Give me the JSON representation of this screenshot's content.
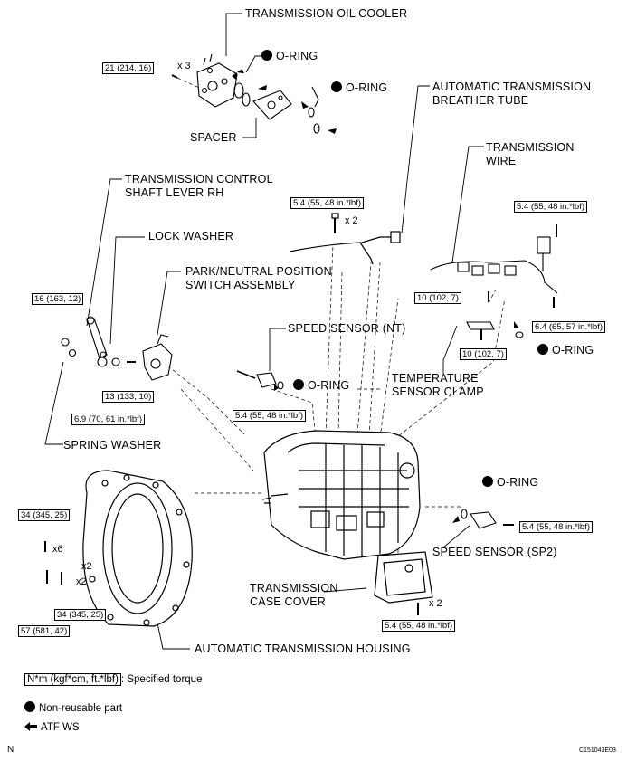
{
  "labels": {
    "oil_cooler": "TRANSMISSION OIL COOLER",
    "o_ring_1": "O-RING",
    "o_ring_2": "O-RING",
    "spacer": "SPACER",
    "breather_1": "AUTOMATIC TRANSMISSION",
    "breather_2": "BREATHER TUBE",
    "control_lever_1": "TRANSMISSION CONTROL",
    "control_lever_2": "SHAFT LEVER RH",
    "wire_1": "TRANSMISSION",
    "wire_2": "WIRE",
    "lock_washer": "LOCK WASHER",
    "park_neutral_1": "PARK/NEUTRAL POSITION",
    "park_neutral_2": "SWITCH ASSEMBLY",
    "speed_nt": "SPEED SENSOR (NT)",
    "o_ring_3": "O-RING",
    "o_ring_4": "O-RING",
    "temp_clamp_1": "TEMPERATURE",
    "temp_clamp_2": "SENSOR CLAMP",
    "spring_washer": "SPRING WASHER",
    "o_ring_5": "O-RING",
    "speed_sp2": "SPEED SENSOR (SP2)",
    "case_cover_1": "TRANSMISSION",
    "case_cover_2": "CASE COVER",
    "housing": "AUTOMATIC TRANSMISSION HOUSING"
  },
  "torque": {
    "oil_cooler_bolt": "21 (214, 16)",
    "breather_bolt": "5.4 (55, 48 in.*lbf)",
    "wire_top": "5.4 (55, 48 in.*lbf)",
    "lever_nut": "16 (163, 12)",
    "wire_bolt_1": "10 (102, 7)",
    "wire_right": "6.4 (65, 57 in.*lbf)",
    "clamp_bolt": "10 (102, 7)",
    "switch_bolt": "13 (133, 10)",
    "nt_bolt": "5.4 (55, 48 in.*lbf)",
    "switch_nut": "6.9 (70, 61 in.*lbf)",
    "housing_bolt_a": "34 (345, 25)",
    "sp2_bolt": "5.4 (55, 48 in.*lbf)",
    "housing_bolt_b": "34 (345, 25)",
    "housing_bolt_c": "57 (581, 42)",
    "cover_bolt": "5.4 (55, 48 in.*lbf)"
  },
  "qty": {
    "x3": "x 3",
    "x2_breather": "x 2",
    "x6": "x6",
    "x2_a": "x2",
    "x2_b": "x2",
    "x2_cover": "x 2"
  },
  "legend": {
    "torque_unit": "N*m (kgf*cm, ft.*lbf)",
    "torque_text": ": Specified torque",
    "nonreusable": "Non-reusable part",
    "atf": "ATF WS"
  },
  "corner": {
    "left": "N",
    "right": "C151043E03"
  }
}
